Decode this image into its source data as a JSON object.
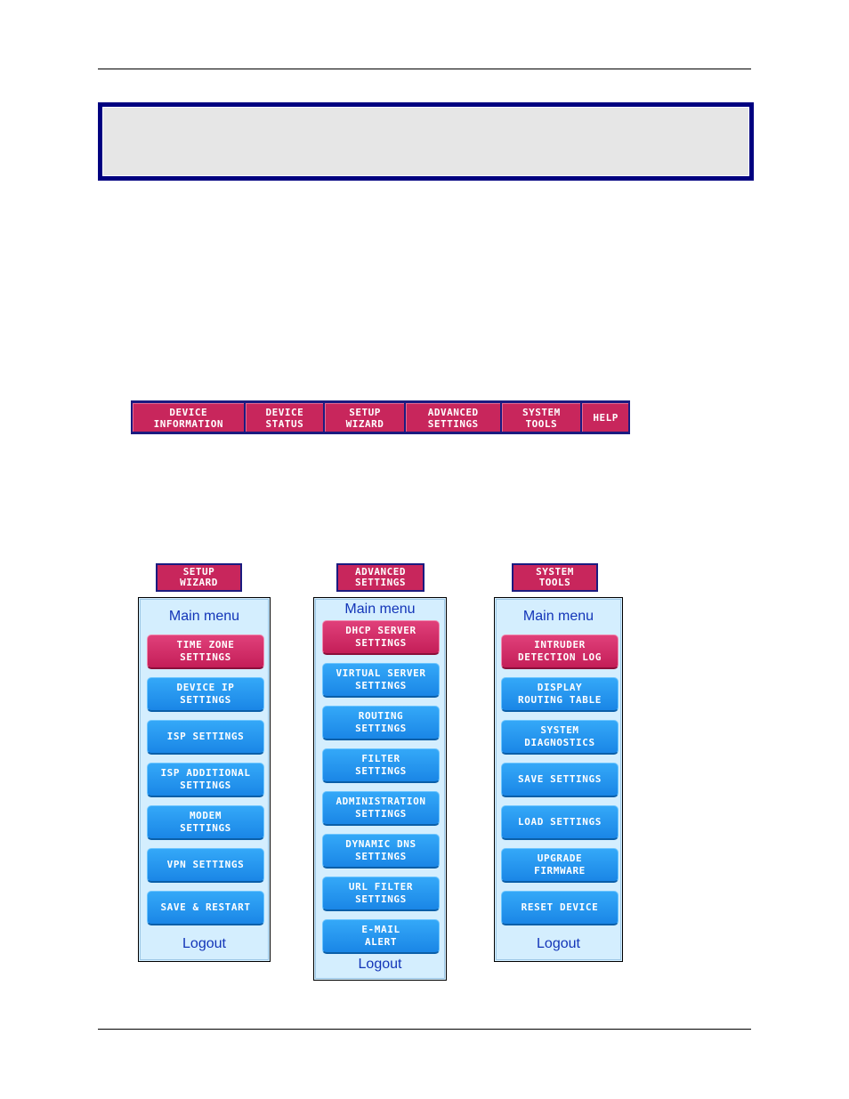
{
  "navbar": {
    "items": [
      {
        "label": "DEVICE\nINFORMATION"
      },
      {
        "label": "DEVICE\nSTATUS"
      },
      {
        "label": "SETUP\nWIZARD"
      },
      {
        "label": "ADVANCED\nSETTINGS"
      },
      {
        "label": "SYSTEM\nTOOLS"
      },
      {
        "label": "HELP"
      }
    ]
  },
  "menus": [
    {
      "tab": "SETUP\nWIZARD",
      "title": "Main menu",
      "items": [
        {
          "label": "TIME ZONE\nSETTINGS",
          "active": true
        },
        {
          "label": "DEVICE IP\nSETTINGS"
        },
        {
          "label": "ISP SETTINGS"
        },
        {
          "label": "ISP ADDITIONAL\nSETTINGS"
        },
        {
          "label": "MODEM\nSETTINGS"
        },
        {
          "label": "VPN SETTINGS"
        },
        {
          "label": "SAVE & RESTART"
        }
      ],
      "logout": "Logout"
    },
    {
      "tab": "ADVANCED\nSETTINGS",
      "title": "Main menu",
      "items": [
        {
          "label": "DHCP SERVER\nSETTINGS",
          "active": true
        },
        {
          "label": "VIRTUAL SERVER\nSETTINGS"
        },
        {
          "label": "ROUTING\nSETTINGS"
        },
        {
          "label": "FILTER\nSETTINGS"
        },
        {
          "label": "ADMINISTRATION\nSETTINGS"
        },
        {
          "label": "DYNAMIC DNS\nSETTINGS"
        },
        {
          "label": "URL FILTER\nSETTINGS"
        },
        {
          "label": "E-MAIL\nALERT"
        }
      ],
      "logout": "Logout"
    },
    {
      "tab": "SYSTEM\nTOOLS",
      "title": "Main menu",
      "items": [
        {
          "label": "INTRUDER\nDETECTION LOG",
          "active": true
        },
        {
          "label": "DISPLAY\nROUTING TABLE"
        },
        {
          "label": "SYSTEM\nDIAGNOSTICS"
        },
        {
          "label": "SAVE SETTINGS"
        },
        {
          "label": "LOAD SETTINGS"
        },
        {
          "label": "UPGRADE\nFIRMWARE"
        },
        {
          "label": "RESET DEVICE"
        }
      ],
      "logout": "Logout"
    }
  ],
  "colors": {
    "tab_active": "#c8265c",
    "button_blue": "#1a86e6",
    "panel_bg": "#d4eefe",
    "banner_border": "#000080"
  }
}
